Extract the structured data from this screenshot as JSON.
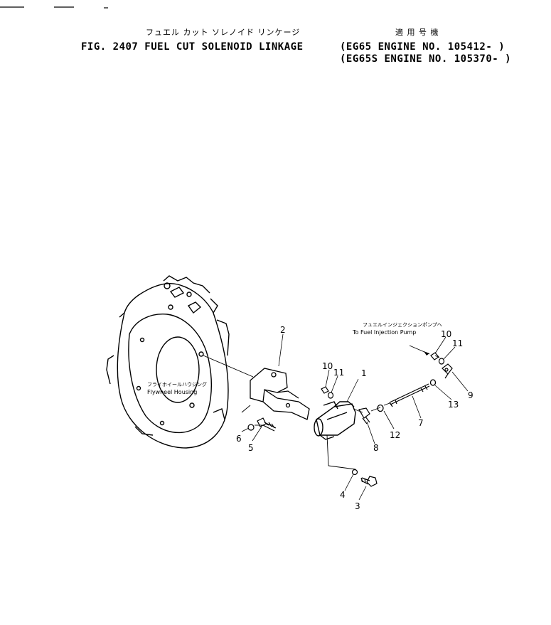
{
  "header": {
    "jp_title": "フュエル カット ソレノイド リンケージ",
    "jp_applicable": "適 用 号 機",
    "fig_line": "FIG. 2407  FUEL CUT SOLENOID LINKAGE",
    "engine_line_1": "(EG65  ENGINE NO. 105412- )",
    "engine_line_2": "(EG65S ENGINE NO. 105370- )"
  },
  "labels": {
    "flywheel_jp": "フライホイールハウジング",
    "flywheel_en": "Flywheel Housing",
    "pump_jp": "フュエルインジェクションポンプへ",
    "pump_en": "To Fuel Injection Pump"
  },
  "callouts": [
    "1",
    "2",
    "3",
    "4",
    "5",
    "6",
    "7",
    "8",
    "9",
    "10",
    "11",
    "12",
    "13",
    "10",
    "11"
  ]
}
